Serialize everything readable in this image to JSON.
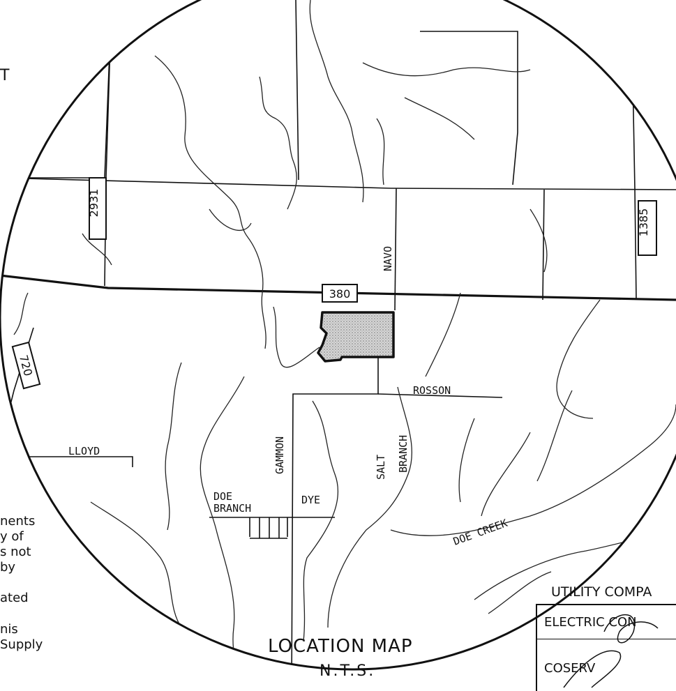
{
  "map": {
    "title": "LOCATION MAP",
    "scale_note": "N.T.S.",
    "stray_letter": "T",
    "highways": [
      {
        "number": "2931",
        "shape": "vertical-shield"
      },
      {
        "number": "1385",
        "shape": "vertical-shield"
      },
      {
        "number": "380",
        "shape": "horizontal-shield"
      },
      {
        "number": "720",
        "shape": "rotated-shield"
      }
    ],
    "road_labels": {
      "navo": "NAVO",
      "rosson": "ROSSON",
      "lloyd": "LLOYD",
      "gammon": "GAMMON",
      "dye": "DYE",
      "salt": "SALT",
      "branch_salt": "BRANCH",
      "doe": "DOE",
      "branch_doe": "BRANCH",
      "doe_creek": "DOE CREEK"
    },
    "site_fill_color": "#c8c8c8"
  },
  "notes": {
    "lines": [
      "nents",
      "y of",
      "s not",
      "by",
      "",
      "ated",
      "",
      "nis",
      "Supply"
    ]
  },
  "utility_table": {
    "header": "UTILITY COMPA",
    "row1": "ELECTRIC CON",
    "row2": "COSERV"
  }
}
